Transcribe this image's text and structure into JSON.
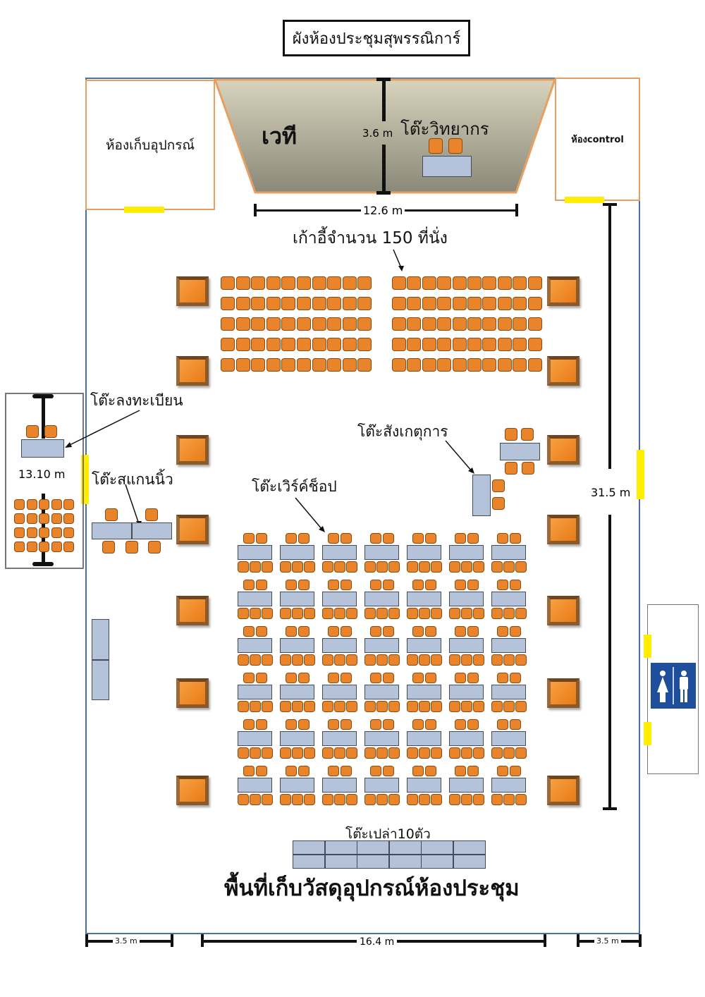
{
  "title": "ผังห้องประชุมสุพรรณิการ์",
  "rooms": {
    "storage": "ห้องเก็บอุปกรณ์",
    "stage": "เวที",
    "control": "ห้องcontrol",
    "speaker_table": "โต๊ะวิทยากร"
  },
  "labels": {
    "seats": "เก้าอี้จำนวน 150 ที่นั่ง",
    "registration": "โต๊ะลงทะเบียน",
    "fingerprint": "โต๊ะสแกนนิ้ว",
    "observer": "โต๊ะสังเกตุการ",
    "workshop": "โต๊ะเวิร์ค์ช็อป",
    "empty_tables": "โต๊ะเปล่า10ตัว",
    "storage_area": "พื้นที่เก็บวัสดุอุปกรณ์ห้องประชุม"
  },
  "dimensions": {
    "stage_depth": "3.6 m",
    "stage_width": "12.6 m",
    "room_length": "31.5 m",
    "annex_length": "13.10 m",
    "bottom_left": "3.5 m",
    "bottom_middle": "16.4 m",
    "bottom_right": "3.5 m"
  },
  "layout_counts": {
    "theater_rows": 5,
    "theater_chairs_per_block_row": 10,
    "workshop_columns": 7,
    "workshop_rows": 6,
    "empty_table_cells": 12
  },
  "icons": [
    "restroom-icon"
  ],
  "colors": {
    "chair": "#e9842a",
    "table": "#b4c2da",
    "door": "#ffee00",
    "wall": "#4a6fa5",
    "accent_wall": "#e8a060",
    "restroom": "#1f4e9a"
  }
}
